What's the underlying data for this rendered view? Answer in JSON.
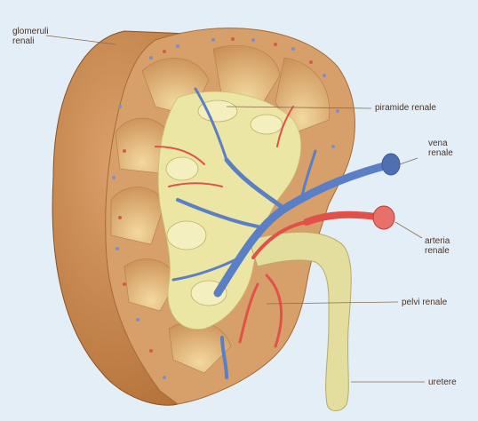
{
  "labels": {
    "glomeruli": "glomeruli\nrenali",
    "piramide": "piramide renale",
    "vena": "vena\nrenale",
    "arteria": "arteria\nrenale",
    "pelvi": "pelvi renale",
    "uretere": "uretere"
  },
  "colors": {
    "background": "#e3eef6",
    "capsule": "#c98a4b",
    "cortex": "#d7a06a",
    "pyramid": "#d49a5e",
    "sinus_fat": "#ece6a4",
    "pelvis": "#e4de9e",
    "vein": "#5b7fc4",
    "artery": "#e2504a",
    "label_text": "#4a3526",
    "leader_line": "#8a6a50"
  }
}
